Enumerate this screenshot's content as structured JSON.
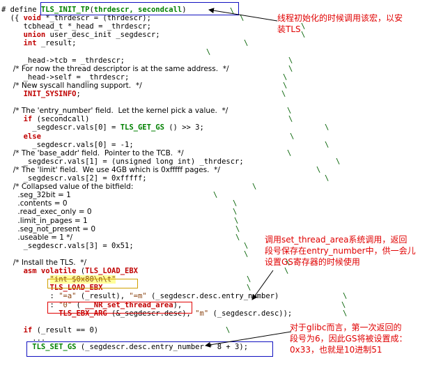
{
  "code_lines": [
    [
      {
        "t": "# define "
      },
      {
        "t": "TLS_INIT_TP",
        "c": "tok-macro"
      },
      {
        "t": "(",
        "c": ""
      },
      {
        "t": "thrdescr, secondcall",
        "c": "tok-macro"
      },
      {
        "t": ")"
      }
    ],
    [
      {
        "t": "  ({ "
      },
      {
        "t": "void",
        "c": "tok-kw"
      },
      {
        "t": " *_thrdescr = (thrdescr);"
      }
    ],
    [
      {
        "t": "     tcbhead_t *_head = _thrdescr;"
      }
    ],
    [
      {
        "t": "     "
      },
      {
        "t": "union",
        "c": "tok-kw"
      },
      {
        "t": " user_desc_init _segdescr;"
      }
    ],
    [
      {
        "t": "     "
      },
      {
        "t": "int",
        "c": "tok-kw"
      },
      {
        "t": " _result;"
      }
    ],
    [
      {
        "t": ""
      }
    ],
    [
      {
        "t": "     _head->tcb = _thrdescr;"
      }
    ],
    [
      {
        "t": "     /* For now the thread descriptor is at the same address.  */",
        "c": "tok-cm"
      }
    ],
    [
      {
        "t": "     _head->self = _thrdescr;"
      }
    ],
    [
      {
        "t": "     /* New syscall handling support.  */",
        "c": "tok-cm"
      }
    ],
    [
      {
        "t": "     "
      },
      {
        "t": "INIT_SYSINFO",
        "c": "tok-kw"
      },
      {
        "t": ";"
      }
    ],
    [
      {
        "t": ""
      }
    ],
    [
      {
        "t": "     /* The 'entry_number' field.  Let the kernel pick a value.  */",
        "c": "tok-cm"
      }
    ],
    [
      {
        "t": "     "
      },
      {
        "t": "if",
        "c": "tok-kw"
      },
      {
        "t": " (secondcall)"
      }
    ],
    [
      {
        "t": "       _segdescr.vals[0] = "
      },
      {
        "t": "TLS_GET_GS",
        "c": "tok-macro"
      },
      {
        "t": " () >> 3;"
      }
    ],
    [
      {
        "t": "     "
      },
      {
        "t": "else",
        "c": "tok-kw"
      }
    ],
    [
      {
        "t": "       _segdescr.vals[0] = -1;"
      }
    ],
    [
      {
        "t": "     /* The 'base_addr' field.  Pointer to the TCB.  */",
        "c": "tok-cm"
      }
    ],
    [
      {
        "t": "     _segdescr.vals[1] = (unsigned long int) _thrdescr;"
      }
    ],
    [
      {
        "t": "     /* The 'limit' field.  We use 4GB which is 0xfffff pages.  */",
        "c": "tok-cm"
      }
    ],
    [
      {
        "t": "     _segdescr.vals[2] = 0xfffff;"
      }
    ],
    [
      {
        "t": "     /* Collapsed value of the bitfield:",
        "c": "tok-cm"
      }
    ],
    [
      {
        "t": "       .seg_32bit = 1",
        "c": "tok-cm"
      }
    ],
    [
      {
        "t": "       .contents = 0",
        "c": "tok-cm"
      }
    ],
    [
      {
        "t": "       .read_exec_only = 0",
        "c": "tok-cm"
      }
    ],
    [
      {
        "t": "       .limit_in_pages = 1",
        "c": "tok-cm"
      }
    ],
    [
      {
        "t": "       .seg_not_present = 0",
        "c": "tok-cm"
      }
    ],
    [
      {
        "t": "       .useable = 1 */",
        "c": "tok-cm"
      }
    ],
    [
      {
        "t": "     _segdescr.vals[3] = 0x51;"
      }
    ],
    [
      {
        "t": ""
      }
    ],
    [
      {
        "t": "     /* Install the TLS.  */",
        "c": "tok-cm"
      }
    ],
    [
      {
        "t": "     "
      },
      {
        "t": "asm volatile",
        "c": "tok-kw"
      },
      {
        "t": " ("
      },
      {
        "t": "TLS_LOAD_EBX",
        "c": "tok-kw"
      }
    ],
    [
      {
        "t": "           "
      },
      {
        "t": "\"int $0x80\\n\\t\"",
        "c": "tok-str hl"
      }
    ],
    [
      {
        "t": "           "
      },
      {
        "t": "TLS_LOAD_EBX",
        "c": "tok-kw"
      }
    ],
    [
      {
        "t": "           : "
      },
      {
        "t": "\"=a\"",
        "c": "tok-str"
      },
      {
        "t": " (_result), "
      },
      {
        "t": "\"=m\"",
        "c": "tok-str"
      },
      {
        "t": " (_segdescr.desc.entry_number)"
      }
    ],
    [
      {
        "t": "           : "
      },
      {
        "t": "\"0\"",
        "c": "tok-str"
      },
      {
        "t": " ( "
      },
      {
        "t": "__NR_set_thread_area",
        "c": "tok-kw"
      },
      {
        "t": "),"
      }
    ],
    [
      {
        "t": "             "
      },
      {
        "t": "TLS_EBX_ARG",
        "c": "tok-kw"
      },
      {
        "t": " (&_segdescr.desc), "
      },
      {
        "t": "\"m\"",
        "c": "tok-str"
      },
      {
        "t": " (_segdescr.desc));"
      }
    ],
    [
      {
        "t": ""
      }
    ],
    [
      {
        "t": "     "
      },
      {
        "t": "if",
        "c": "tok-kw"
      },
      {
        "t": " (_result == 0)"
      }
    ],
    [
      {
        "t": "       ..."
      }
    ],
    [
      {
        "t": "       "
      },
      {
        "t": "TLS_SET_GS",
        "c": "tok-macro"
      },
      {
        "t": " (_segdescr.desc.entry_number * 8 + 3);"
      }
    ]
  ],
  "backslash": "\\",
  "annotations": {
    "init": [
      "线程初始化的时候调用该宏，以安",
      "装TLS"
    ],
    "syscall": [
      "调用set_thread_area系统调用，返回",
      "段号保存在entry_number中，供一会儿",
      "设置GS寄存器的时候使用"
    ],
    "gs": [
      "对于glibc而言，第一次返回的",
      "段号为6，因此GS将被设置成：",
      "0x33，也就是10进制51"
    ]
  }
}
